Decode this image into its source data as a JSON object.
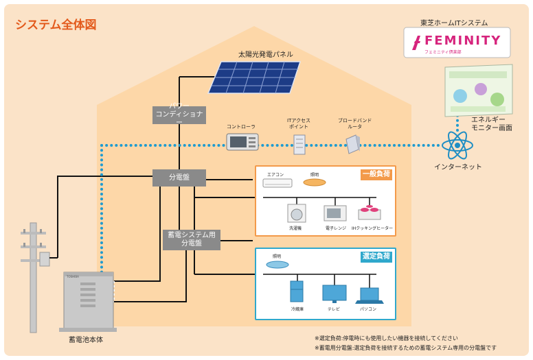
{
  "title": "システム全体図",
  "solar_panel": "太陽光発電パネル",
  "power_conditioner": [
    "パワー",
    "コンディショナー"
  ],
  "distribution_board": "分電盤",
  "storage_board": [
    "蓄電システム用",
    "分電盤"
  ],
  "controller": "コントローラ",
  "it_access_point": [
    "ITアクセス",
    "ポイント"
  ],
  "broadband_router": [
    "ブロードバンド",
    "ルータ"
  ],
  "internet": "インターネット",
  "toshiba_system": "東芝ホームITシステム",
  "feminity_logo": "FEMINITY",
  "feminity_sub": "フェミニティ倶楽部",
  "energy_monitor": [
    "エネルギー",
    "モニター画面"
  ],
  "general_load": {
    "tag": "一般負荷",
    "items": [
      "エアコン",
      "照明",
      "洗濯機",
      "電子レンジ",
      "IHクッキングヒーター"
    ]
  },
  "selected_load": {
    "tag": "選定負荷",
    "items": [
      "照明",
      "冷蔵庫",
      "テレビ",
      "パソコン"
    ]
  },
  "battery": "蓄電池本体",
  "battery_brand": "TOSHIBA",
  "notes": [
    "※選定負荷:停電時にも使用したい機器を接続してください",
    "※蓄電用分電盤:選定負荷を接続するための蓄電システム専用の分電盤です"
  ],
  "colors": {
    "background": "#fbe3c8",
    "house": "#fdd7a8",
    "title": "#e35a1c",
    "general_border": "#f39a4a",
    "selected_border": "#2fa8cc",
    "network_dots": "#1f9bd0",
    "label_box": "#8a8a8a"
  }
}
